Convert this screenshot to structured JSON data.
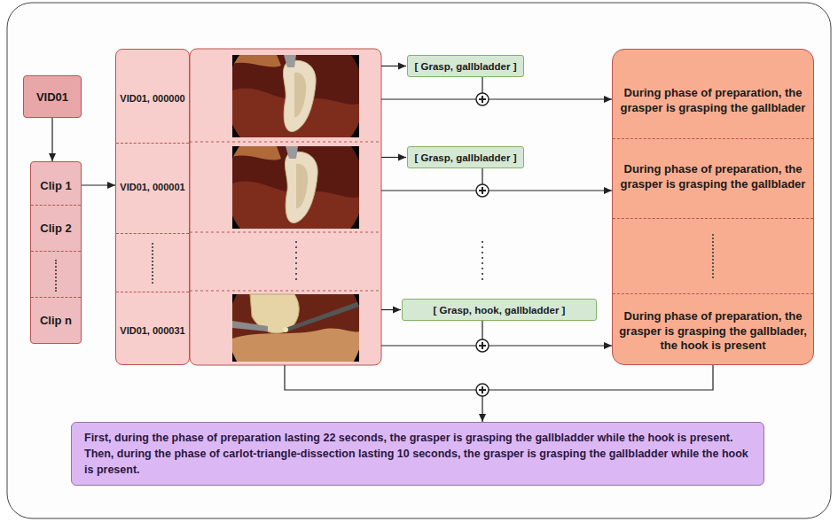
{
  "diagram": {
    "nodes": [
      {
        "text": [
          "VID01"
        ]
      },
      {
        "text": [
          "Clip 1",
          "Clip 2",
          "Clip n"
        ]
      },
      {
        "text": [
          "VID01, 000000",
          "VID01, 000001",
          "VID01, 000031"
        ]
      },
      {
        "text": [
          "[ Grasp, gallbladder ]"
        ]
      },
      {
        "text": [
          "[ Grasp, gallbladder ]"
        ]
      },
      {
        "text": [
          "[ Grasp, hook, gallbladder ]"
        ]
      },
      {
        "text": [
          "During phase of preparation, the grasper is grasping the gallblader",
          "During phase of preparation, the grasper is grasping the gallblader",
          "During phase of preparation, the grasper is grasping the gallblader, the hook is present"
        ]
      },
      {
        "text": [
          "First, during the phase of preparation lasting 22 seconds, the grasper is grasping the gallbladder while the hook is present. Then, during the phase of carlot-triangle-dissection lasting 10 seconds, the grasper is grasping the gallbladder while the hook is present."
        ]
      }
    ],
    "edges": [
      {
        "from": 0,
        "to": 1,
        "arrow": "to"
      },
      {
        "from": 1,
        "to": 2,
        "arrow": "to"
      },
      {
        "from": 3,
        "to": 6,
        "arrow": "to"
      },
      {
        "from": 4,
        "to": 6,
        "arrow": "to"
      },
      {
        "from": 5,
        "to": 6,
        "arrow": "to"
      },
      {
        "from": 6,
        "to": 7,
        "arrow": "to"
      }
    ]
  }
}
